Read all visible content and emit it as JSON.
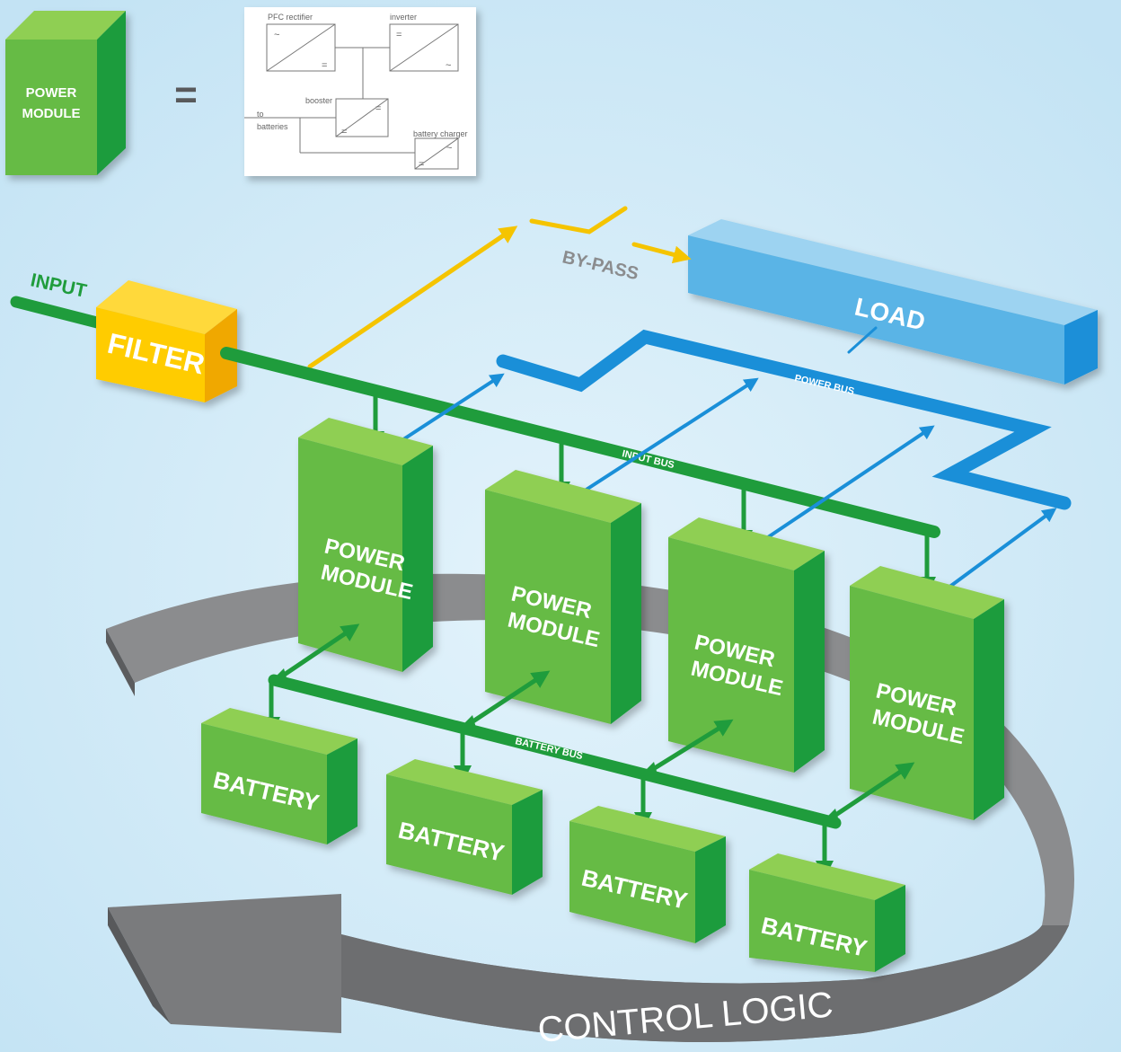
{
  "colors": {
    "background": "#cfe9f6",
    "module_front": "#66bb44",
    "module_top": "#8fcf52",
    "module_side": "#1f9c3c",
    "filter_front": "#ffcc00",
    "load_front": "#5ab4e6",
    "bus_green": "#1f9c3c",
    "bus_blue": "#1a8fd8",
    "bypass_yellow": "#f5c400",
    "control_logic_gray": "#6d6e70"
  },
  "legend": {
    "module_label": [
      "POWER",
      "MODULE"
    ],
    "equals": "=",
    "schematic": {
      "pfc_rectifier": "PFC rectifier",
      "inverter": "inverter",
      "booster": "booster",
      "to_batteries": [
        "to",
        "batteries"
      ],
      "battery_charger": "battery charger",
      "ac_symbol": "~",
      "dc_symbol": "="
    }
  },
  "diagram": {
    "input_label": "INPUT",
    "filter_label": "FILTER",
    "bypass_label": "BY-PASS",
    "load_label": "LOAD",
    "power_bus_label": "POWER BUS",
    "input_bus_label": "INPUT BUS",
    "battery_bus_label": "BATTERY BUS",
    "control_logic_label": "CONTROL LOGIC",
    "power_modules": [
      {
        "line1": "POWER",
        "line2": "MODULE"
      },
      {
        "line1": "POWER",
        "line2": "MODULE"
      },
      {
        "line1": "POWER",
        "line2": "MODULE"
      },
      {
        "line1": "POWER",
        "line2": "MODULE"
      }
    ],
    "batteries": [
      {
        "label": "BATTERY"
      },
      {
        "label": "BATTERY"
      },
      {
        "label": "BATTERY"
      },
      {
        "label": "BATTERY"
      }
    ]
  }
}
